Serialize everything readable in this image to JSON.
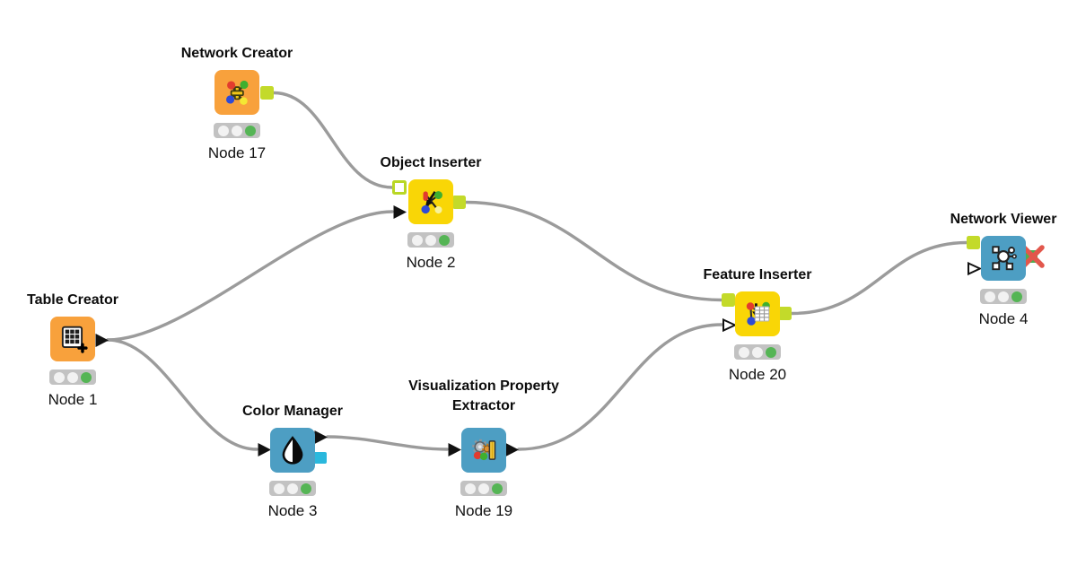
{
  "workflow": {
    "app": "KNIME workflow canvas",
    "background_color": "#ffffff",
    "wire_color": "#9b9b9b",
    "colors": {
      "source_node": "#f8a13c",
      "manipulator_node": "#f9d606",
      "viewer_node": "#4d9ec3",
      "network_port": "#c3da2a",
      "color_model_port": "#2ab8dd",
      "status_on": "#55b555",
      "status_off": "#f2f2f2",
      "status_bar": "#c2c2c2",
      "error_x": "#e2574c"
    },
    "nodes": [
      {
        "title": "Network Creator",
        "label": "Node 17",
        "color": "#f8a13c",
        "icon": "network-creator-icon",
        "status": "executed",
        "ports": {
          "inputs": [],
          "outputs": [
            "network"
          ]
        }
      },
      {
        "title": "Object Inserter",
        "label": "Node 2",
        "color": "#f9d606",
        "icon": "object-inserter-icon",
        "status": "executed",
        "ports": {
          "inputs": [
            "network-optional",
            "data"
          ],
          "outputs": [
            "network"
          ]
        }
      },
      {
        "title": "Table Creator",
        "label": "Node 1",
        "color": "#f8a13c",
        "icon": "table-creator-icon",
        "status": "executed",
        "ports": {
          "inputs": [],
          "outputs": [
            "data"
          ]
        }
      },
      {
        "title": "Color Manager",
        "label": "Node 3",
        "color": "#4d9ec3",
        "icon": "color-manager-icon",
        "status": "executed",
        "ports": {
          "inputs": [
            "data"
          ],
          "outputs": [
            "data",
            "color-model"
          ]
        }
      },
      {
        "title": "Visualization Property Extractor",
        "label": "Node 19",
        "color": "#4d9ec3",
        "icon": "visualization-property-extractor-icon",
        "status": "executed",
        "ports": {
          "inputs": [
            "data"
          ],
          "outputs": [
            "data"
          ]
        }
      },
      {
        "title": "Feature Inserter",
        "label": "Node 20",
        "color": "#f9d606",
        "icon": "feature-inserter-icon",
        "status": "executed",
        "ports": {
          "inputs": [
            "network",
            "data-optional"
          ],
          "outputs": [
            "network"
          ]
        }
      },
      {
        "title": "Network Viewer",
        "label": "Node 4",
        "color": "#4d9ec3",
        "icon": "network-viewer-icon",
        "status": "executed",
        "ports": {
          "inputs": [
            "network",
            "data-optional"
          ],
          "outputs": [
            "network-error-x"
          ]
        }
      }
    ],
    "connections": [
      {
        "from": "Network Creator",
        "to": "Object Inserter",
        "to_port": "network-optional"
      },
      {
        "from": "Table Creator",
        "to": "Object Inserter",
        "to_port": "data"
      },
      {
        "from": "Table Creator",
        "to": "Color Manager",
        "to_port": "data"
      },
      {
        "from": "Color Manager",
        "to": "Visualization Property Extractor",
        "to_port": "data"
      },
      {
        "from": "Visualization Property Extractor",
        "to": "Feature Inserter",
        "to_port": "data-optional"
      },
      {
        "from": "Object Inserter",
        "to": "Feature Inserter",
        "to_port": "network"
      },
      {
        "from": "Feature Inserter",
        "to": "Network Viewer",
        "to_port": "network"
      }
    ]
  }
}
